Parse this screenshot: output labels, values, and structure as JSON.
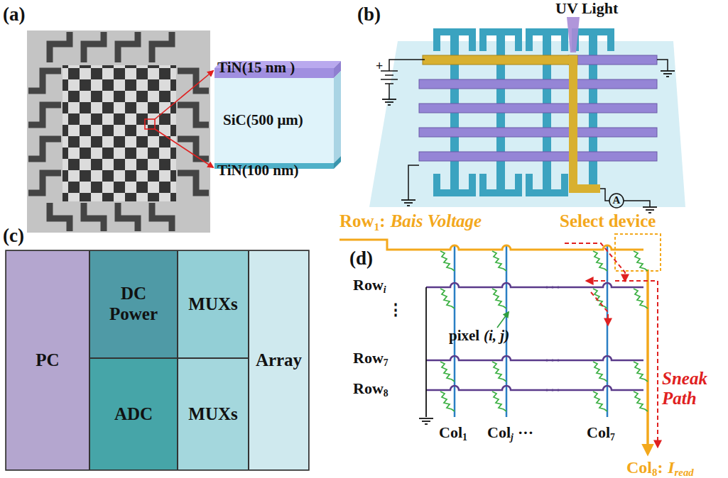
{
  "diagram": {
    "nodes": [
      {
        "text": [
          "PC"
        ]
      },
      {
        "text": [
          "DC Power"
        ]
      },
      {
        "text": [
          "MUXs"
        ]
      },
      {
        "text": [
          "ADC"
        ]
      },
      {
        "text": [
          "MUXs"
        ]
      },
      {
        "text": [
          "Array"
        ]
      }
    ],
    "labels": [
      "(a)",
      "TiN(15 nm )",
      "SiC(500 μm)",
      "TiN(100 nm)",
      "(b)",
      "UV Light",
      "+",
      "A",
      "(c)",
      "(d)",
      "Row",
      "1",
      ":",
      "Bais Voltage",
      "Select device",
      "Row",
      "i",
      "⋮",
      "pixel",
      "(i, j)",
      "Row",
      "7",
      "Row",
      "8",
      "Sneak Path",
      "Col",
      "1",
      "Col",
      "j",
      "···",
      "Col",
      "7",
      "Col",
      "8",
      ":",
      "I",
      "read"
    ]
  }
}
